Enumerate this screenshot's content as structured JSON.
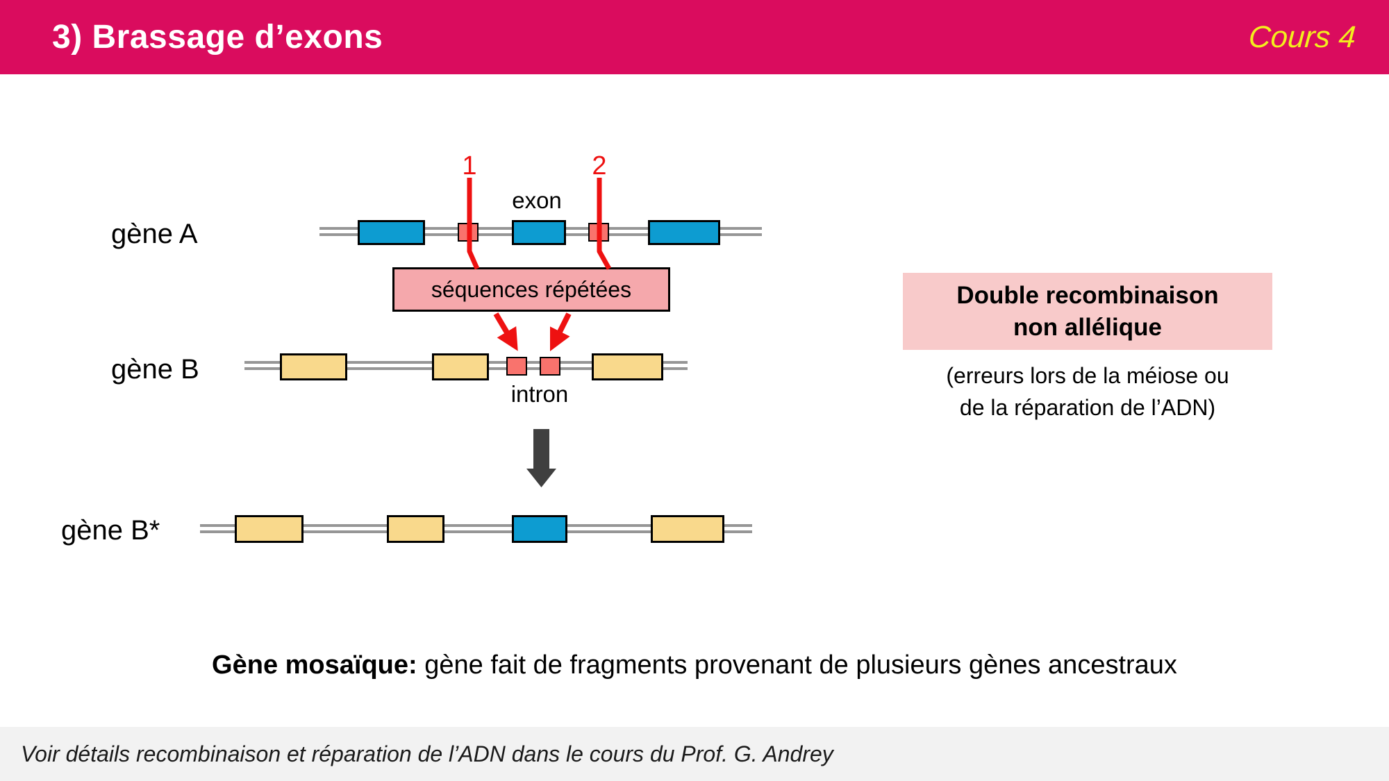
{
  "colors": {
    "header_bg": "#DA0C5E",
    "course_tag": "#F2EF1D",
    "exon_blue": "#0D9CD1",
    "exon_yellow": "#F9D98C",
    "repeat_square": "#F9736D",
    "repeat_label_bg": "#F5A8AC",
    "info_box_bg": "#F8CACA",
    "dna_line": "#969696",
    "accent_red": "#EE1111",
    "dark_arrow": "#3F3F3F",
    "footer_bg": "#F2F2F2"
  },
  "header": {
    "title": "3) Brassage d’exons",
    "course_tag": "Cours 4"
  },
  "diagram": {
    "gene_a_label": "gène A",
    "gene_b_label": "gène B",
    "gene_b_star_label": "gène B*",
    "exon_label": "exon",
    "intron_label": "intron",
    "crossover_marker_1": "1",
    "crossover_marker_2": "2",
    "repeated_sequences_label": "séquences répétées"
  },
  "info_box": {
    "title_lines": [
      "Double recombinaison",
      "non allélique"
    ],
    "subtitle_lines": [
      "(erreurs lors de la méiose ou",
      "de la réparation de l’ADN)"
    ]
  },
  "definition": {
    "term": "Gène mosaïque:",
    "text": " gène fait de fragments provenant de plusieurs gènes ancestraux"
  },
  "footer": {
    "note": "Voir détails recombinaison et réparation de l’ADN dans le cours du Prof. G. Andrey"
  }
}
